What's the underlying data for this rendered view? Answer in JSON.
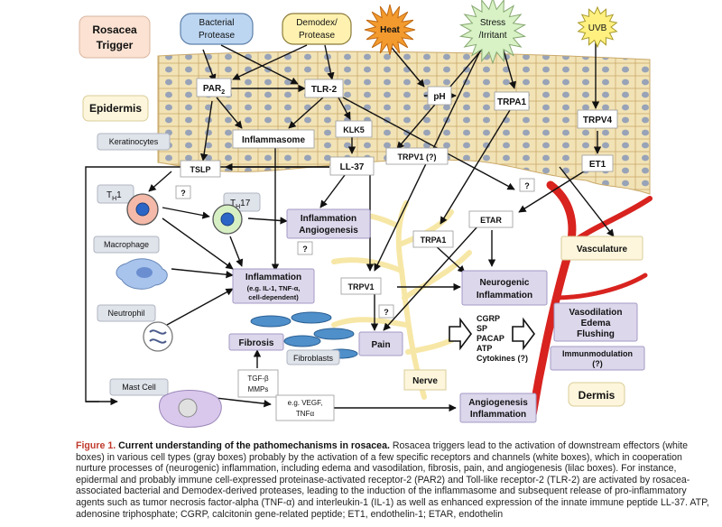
{
  "triggers": {
    "title_line1": "Rosacea",
    "title_line2": "Trigger",
    "bacterial_line1": "Bacterial",
    "bacterial_line2": "Protease",
    "demodex_line1": "Demodex/",
    "demodex_line2": "Protease",
    "heat": "Heat",
    "stress_line1": "Stress",
    "stress_line2": "/Irritant",
    "uvb": "UVB"
  },
  "epidermis": {
    "label": "Epidermis",
    "keratinocytes": "Keratinocytes",
    "par2": "PAR",
    "par2_sub": "2",
    "tlr2": "TLR-2",
    "ph": "pH",
    "trpa1": "TRPA1",
    "trpv4": "TRPV4",
    "inflammasome": "Inflammasome",
    "klk5": "KLK5",
    "ll37": "LL-37",
    "trpv1": "TRPV1 (?)",
    "et1": "ET1",
    "tslp": "TSLP"
  },
  "cells": {
    "th1": "T",
    "th1_sub": "H",
    "th1_num": "1",
    "th17": "T",
    "th17_sub": "H",
    "th17_num": "17",
    "macrophage": "Macrophage",
    "neutrophil": "Neutrophil",
    "mast_cell": "Mast Cell",
    "fibroblasts": "Fibroblasts"
  },
  "question": "?",
  "outcomes": {
    "inflam_angio_line1": "Inflammation",
    "inflam_angio_line2": "Angiogenesis",
    "inflammation": "Inflammation",
    "inflammation_d1": "(e.g. IL-1, TNF-α,",
    "inflammation_d2": "cell-dependent)",
    "fibrosis": "Fibrosis",
    "tgf_line1": "TGF-β",
    "tgf_line2": "MMPs",
    "vegf_line1": "e.g. VEGF,",
    "vegf_line2": "TNFα",
    "angio_line1": "Angiogenesis",
    "angio_line2": "Inflammation",
    "pain": "Pain",
    "nerve": "Nerve"
  },
  "dermis": {
    "label": "Dermis",
    "vasculature": "Vasculature",
    "etar": "ETAR",
    "trpa1": "TRPA1",
    "trpv1": "TRPV1",
    "neurogenic_line1": "Neurogenic",
    "neurogenic_line2": "Inflammation",
    "mediators": [
      "CGRP",
      "SP",
      "PACAP",
      "ATP",
      "Cytokines (?)"
    ],
    "vaso_line1": "Vasodilation",
    "vaso_line2": "Edema",
    "vaso_line3": "Flushing",
    "immuno_line1": "Immunmodulation",
    "immuno_line2": "(?)"
  },
  "caption": {
    "title": "Figure 1.",
    "subtitle": "Current understanding of the pathomechanisms in rosacea.",
    "body": "Rosacea triggers lead to the activation of downstream effectors (white boxes) in various cell types (gray boxes) probably by the activation of a few specific receptors and channels (white boxes), which in cooperation nurture processes of (neurogenic) inflammation, including edema and vasodilation, fibrosis, pain, and angiogenesis (lilac boxes). For instance, epidermal and probably immune cell-expressed proteinase-activated receptor-2 (PAR2) and Toll-like receptor-2 (TLR-2) are activated by rosacea-associated bacterial and Demodex-derived proteases, leading to the induction of the inflammasome and subsequent release of pro-inflammatory agents such as tumor necrosis factor-alpha (TNF-α) and interleukin-1 (IL-1) as well as enhanced expression of the innate immune peptide LL-37. ATP, adenosine triphosphate; CGRP, calcitonin gene-related peptide; ET1, endothelin-1; ETAR, endothelin"
  },
  "colors": {
    "trigger_box": "#fbe2d2",
    "bacterial": "#bcd6f2",
    "demodex": "#fff2b0",
    "heat": "#f39a2e",
    "stress": "#d8f2c6",
    "uvb": "#fff080",
    "skin": "#f2e3b6",
    "nucleus": "#98a3b8",
    "label_box": "#fdf6dc",
    "gray_box": "#dfe3ea",
    "lilac": "#dcd7eb",
    "vessel": "#d8231f",
    "nerve": "#f7e7a6",
    "caption_title": "#c0392b"
  }
}
